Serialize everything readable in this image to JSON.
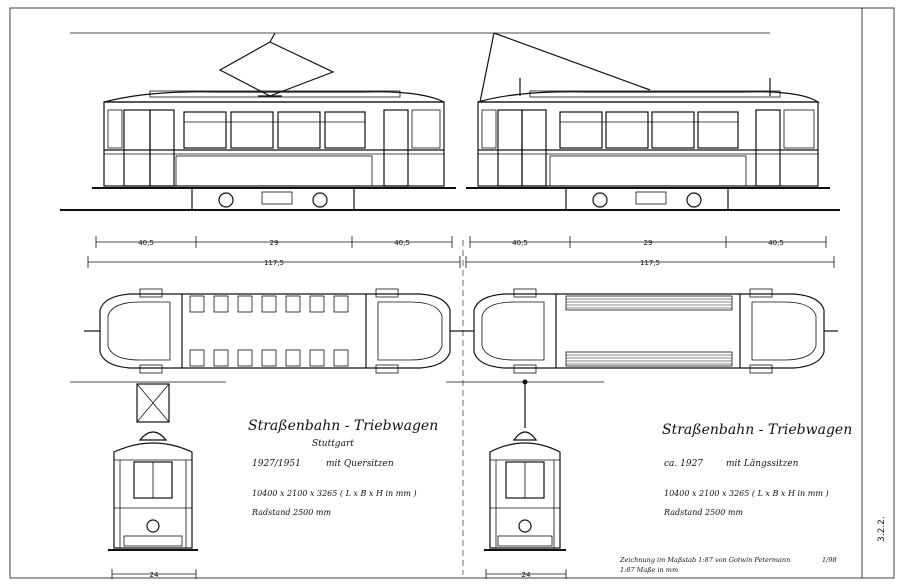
{
  "left_caption": {
    "title": "Straßenbahn - Triebwagen",
    "city": "Stuttgart",
    "years": "1927/1951",
    "seating": "mit Quersitzen",
    "dimensions": "10400 x 2100 x 3265  ( L x B x H in mm )",
    "wheelbase": "Radstand  2500 mm"
  },
  "right_caption": {
    "title": "Straßenbahn - Triebwagen",
    "years": "ca. 1927",
    "seating": "mit Längssitzen",
    "dimensions": "10400 x 2100 x 3265  ( L x B x H in mm )",
    "wheelbase": "Radstand  2500 mm"
  },
  "dims_left": {
    "seg1": "40,5",
    "seg2": "29",
    "seg3": "40,5",
    "total": "117,5"
  },
  "dims_right": {
    "seg1": "40,5",
    "seg2": "29",
    "seg3": "40,5",
    "total": "117,5"
  },
  "width_left": "24",
  "width_right": "24",
  "footer": {
    "line1": "Zeichnung im Maßstab 1:87 von Gotwin Petermann",
    "line2": "1:87 Maße in mm",
    "sheet_ref": "1/98"
  },
  "page_number": "3.2.2."
}
